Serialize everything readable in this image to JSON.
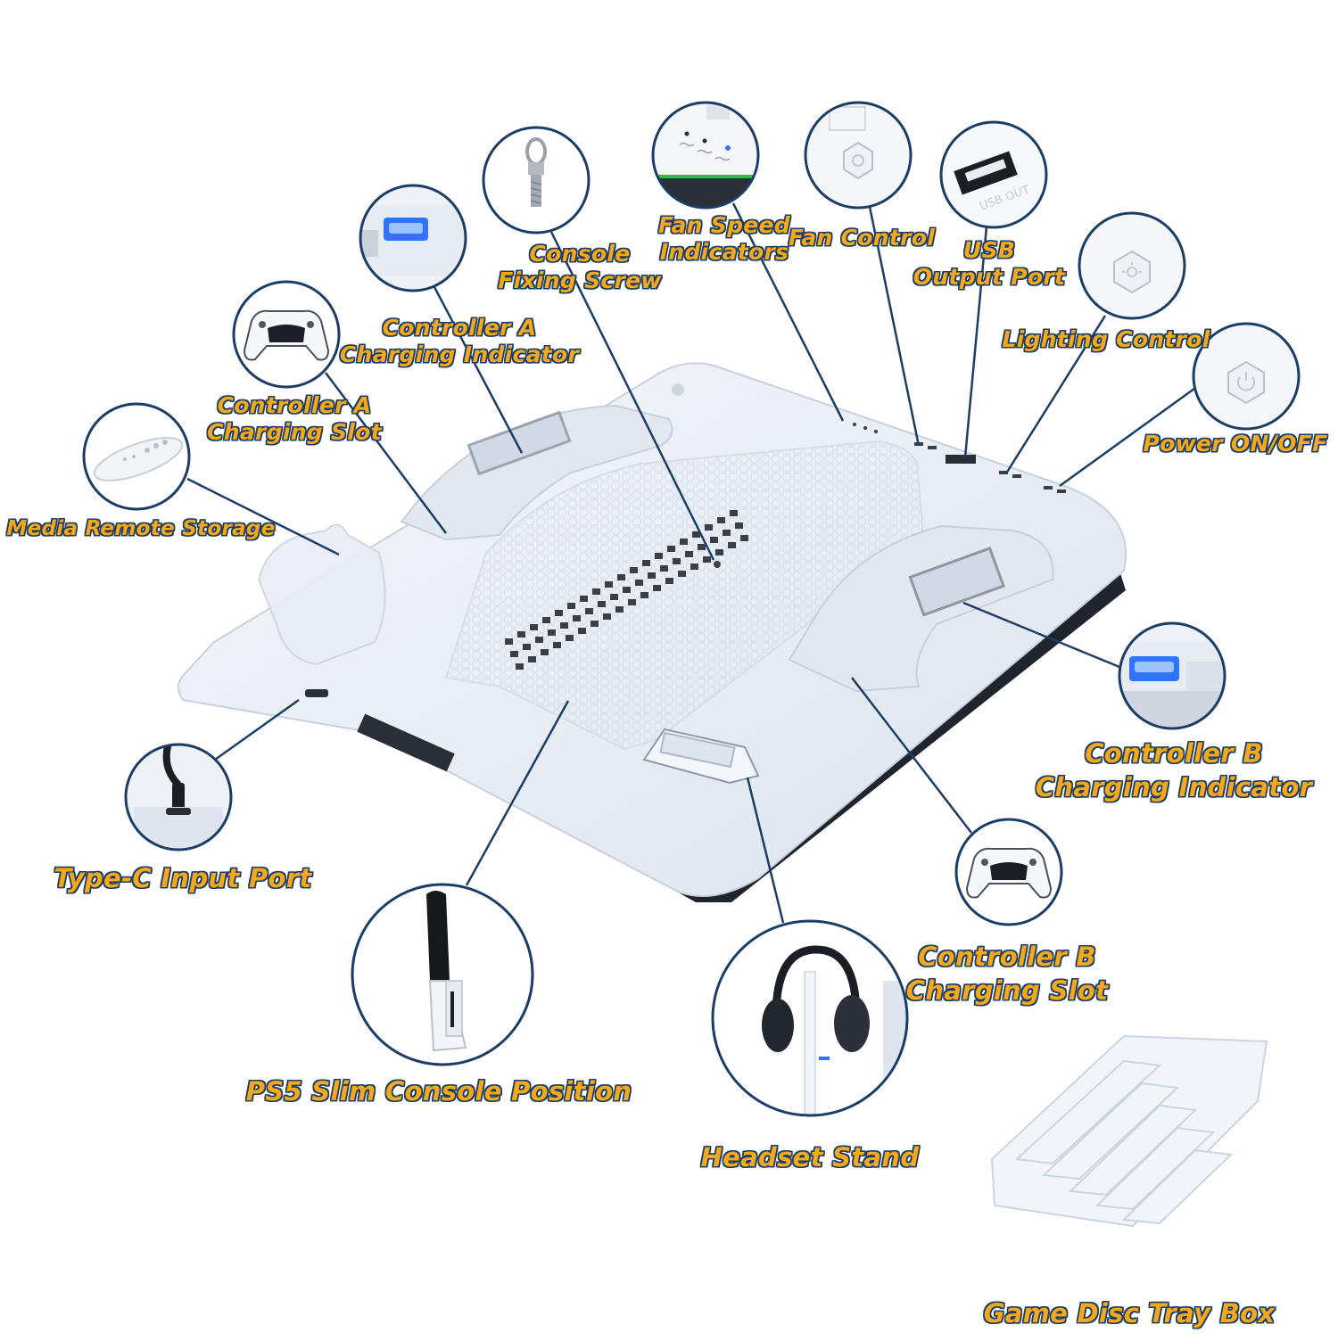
{
  "colors": {
    "label_fill": "#f4a81c",
    "label_outline": "#1c3d66",
    "leader_line": "#1c3d66",
    "circle_border": "#1c3d66",
    "indicator_blue": "#2f74ff",
    "indicator_green": "#1fc447",
    "product_white": "#eef2f8"
  },
  "callouts": {
    "media_remote": {
      "label": "Media Remote Storage",
      "icon": "media-remote-icon"
    },
    "controller_a_slot": {
      "line1": "Controller A",
      "line2": "Charging Slot",
      "icon": "controller-icon"
    },
    "controller_a_indicator": {
      "line1": "Controller A",
      "line2": "Charging Indicator",
      "icon": "blue-led-icon"
    },
    "console_screw": {
      "line1": "Console",
      "line2": "Fixing Screw",
      "icon": "screw-icon"
    },
    "fan_speed": {
      "line1": "Fan Speed",
      "line2": "Indicators",
      "icon": "fan-speed-leds-icon"
    },
    "fan_control": {
      "label": "Fan Control",
      "icon": "fan-button-icon"
    },
    "usb_port": {
      "line1": "USB",
      "line2": "Output Port",
      "icon": "usb-port-icon",
      "port_text": "USB OUT"
    },
    "lighting": {
      "label": "Lighting Control",
      "icon": "light-button-icon"
    },
    "power": {
      "label": "Power ON/OFF",
      "icon": "power-button-icon"
    },
    "controller_b_indicator": {
      "line1": "Controller B",
      "line2": "Charging Indicator",
      "icon": "blue-led-icon"
    },
    "controller_b_slot": {
      "line1": "Controller B",
      "line2": "Charging Slot",
      "icon": "controller-icon"
    },
    "type_c": {
      "label": "Type-C Input Port",
      "icon": "usb-c-cable-icon"
    },
    "ps5_position": {
      "label": "PS5 Slim Console Position",
      "icon": "ps5-slim-icon"
    },
    "headset": {
      "label": "Headset Stand",
      "icon": "headset-icon"
    },
    "disc_tray": {
      "label": "Game Disc Tray Box",
      "icon": "disc-tray-icon"
    }
  }
}
